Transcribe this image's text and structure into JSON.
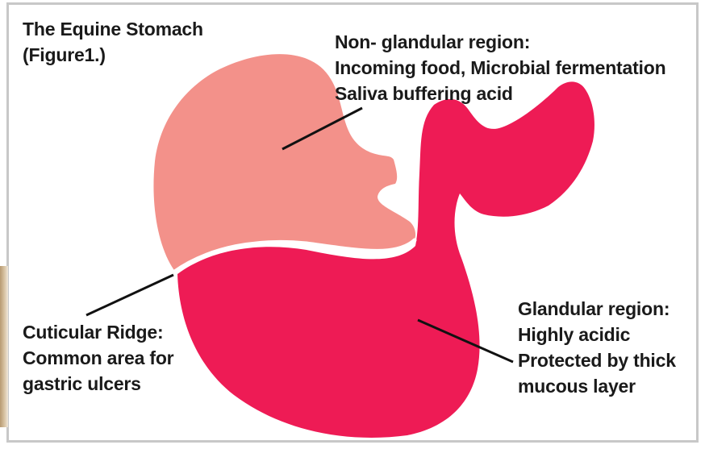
{
  "title": {
    "line1": "The Equine Stomach",
    "line2": "(Figure1.)"
  },
  "labels": {
    "non_glandular": {
      "line1": "Non- glandular region:",
      "line2": "Incoming food, Microbial fermentation",
      "line3": "Saliva buffering acid"
    },
    "cuticular_ridge": {
      "line1": "Cuticular Ridge:",
      "line2": "Common area for",
      "line3": "gastric ulcers"
    },
    "glandular": {
      "line1": "Glandular region:",
      "line2": "Highly acidic",
      "line3": "Protected by thick",
      "line4": "mucous layer"
    }
  },
  "colors": {
    "non_glandular_region": "#f3918a",
    "glandular_region": "#ee1b55",
    "cuticular_ridge": "#ffffff",
    "leader_lines": "#111111",
    "frame_border": "#c8c8c8"
  }
}
